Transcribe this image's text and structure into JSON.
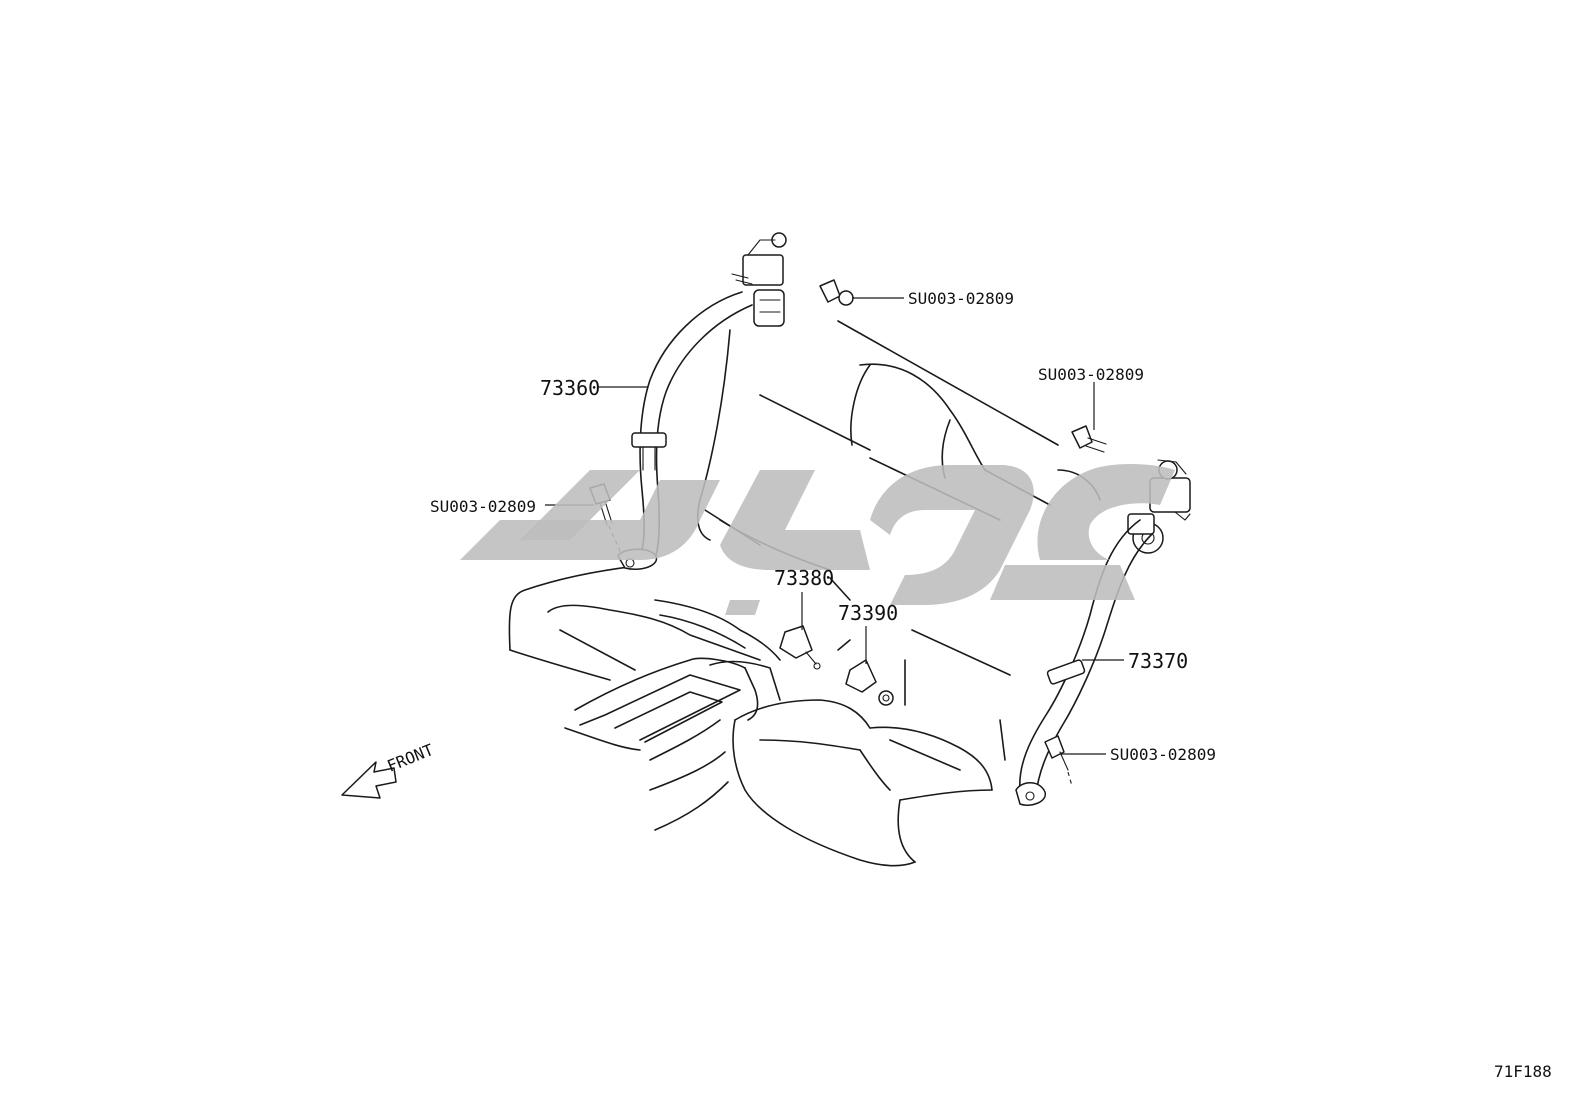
{
  "diagram": {
    "figure_id": "71F188",
    "direction_label": "FRONT",
    "callouts": {
      "left_belt": "73360",
      "right_belt": "73370",
      "buckle_left": "73380",
      "buckle_right": "73390",
      "bolt_top_left": "SU003-02809",
      "bolt_top_right": "SU003-02809",
      "bolt_left_lower": "SU003-02809",
      "bolt_right_lower": "SU003-02809"
    }
  }
}
